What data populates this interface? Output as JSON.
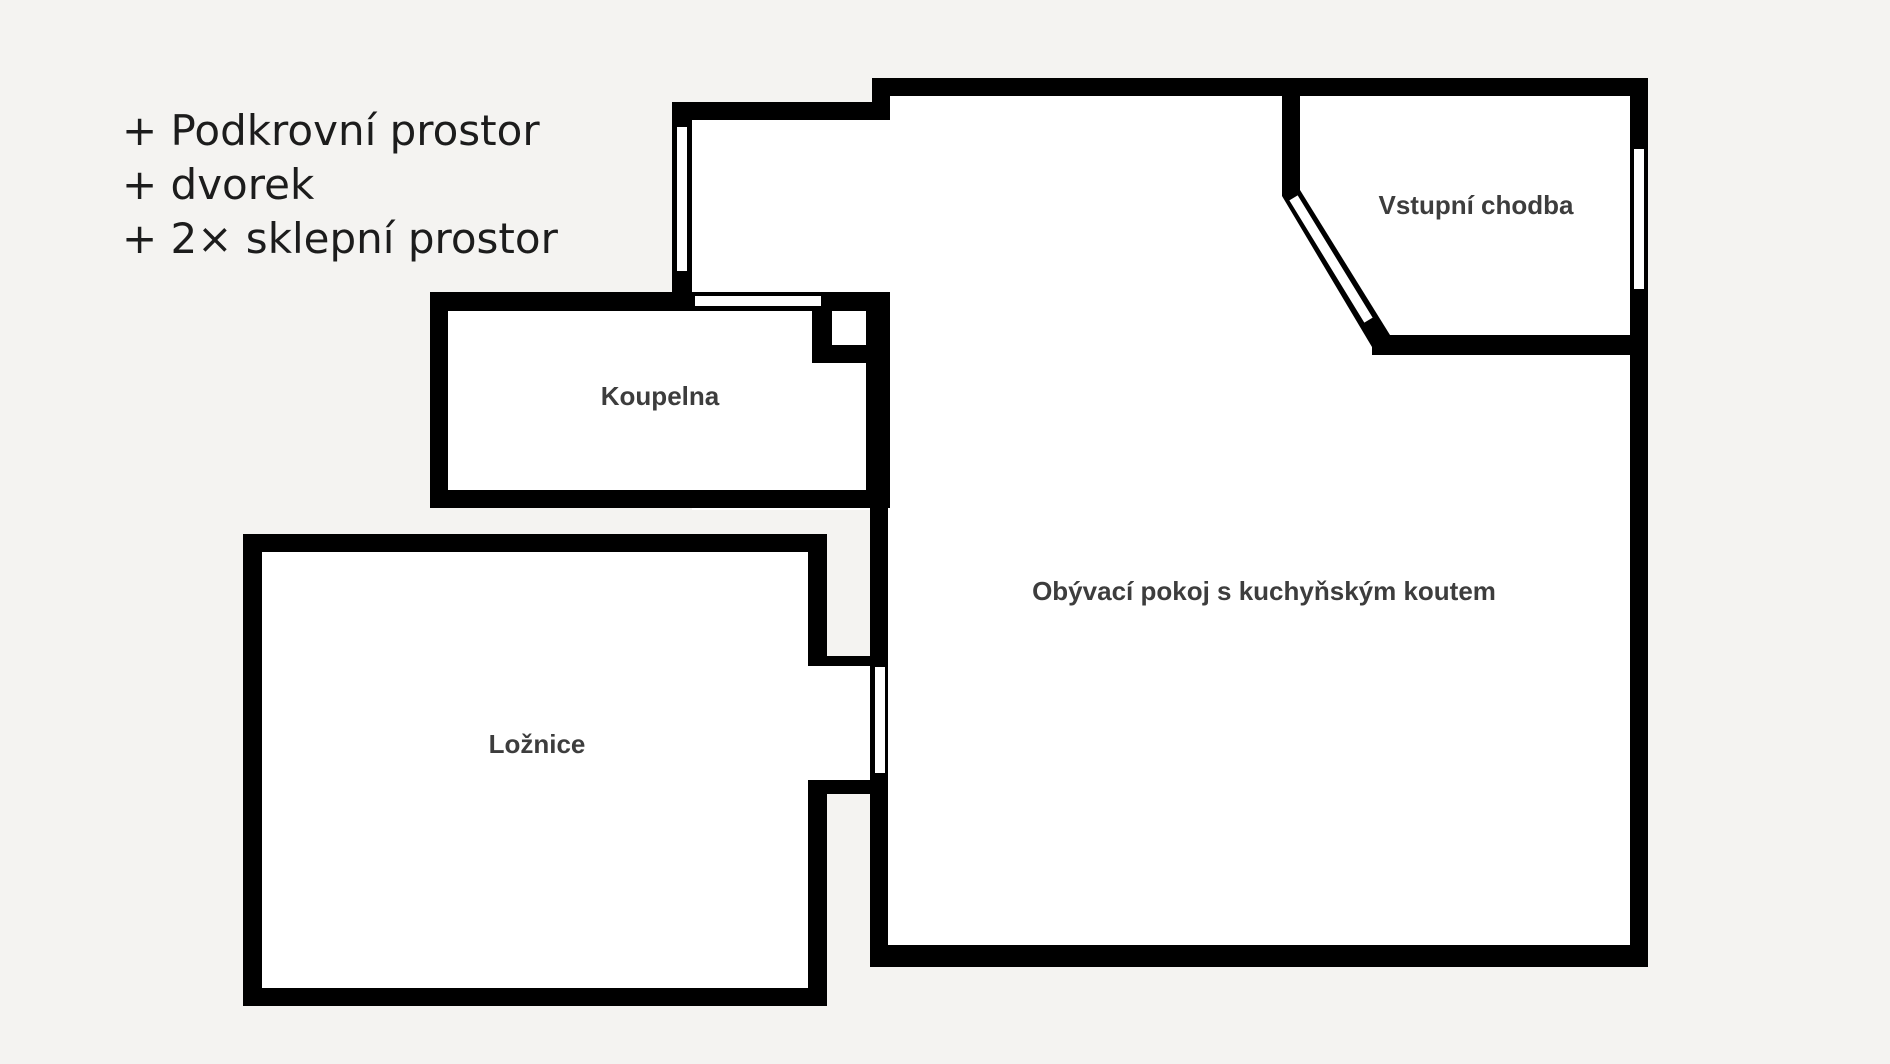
{
  "extras": [
    "+ Podkrovní prostor",
    "+ dvorek",
    "+ 2× sklepní prostor"
  ],
  "rooms": {
    "entrance": "Vstupní chodba",
    "bathroom": "Koupelna",
    "living": "Obývací pokoj s kuchyňským koutem",
    "bedroom": "Ložnice"
  },
  "colors": {
    "background": "#f4f3f1",
    "wall": "#000000",
    "floor": "#ffffff",
    "label": "#3d3d3d"
  }
}
